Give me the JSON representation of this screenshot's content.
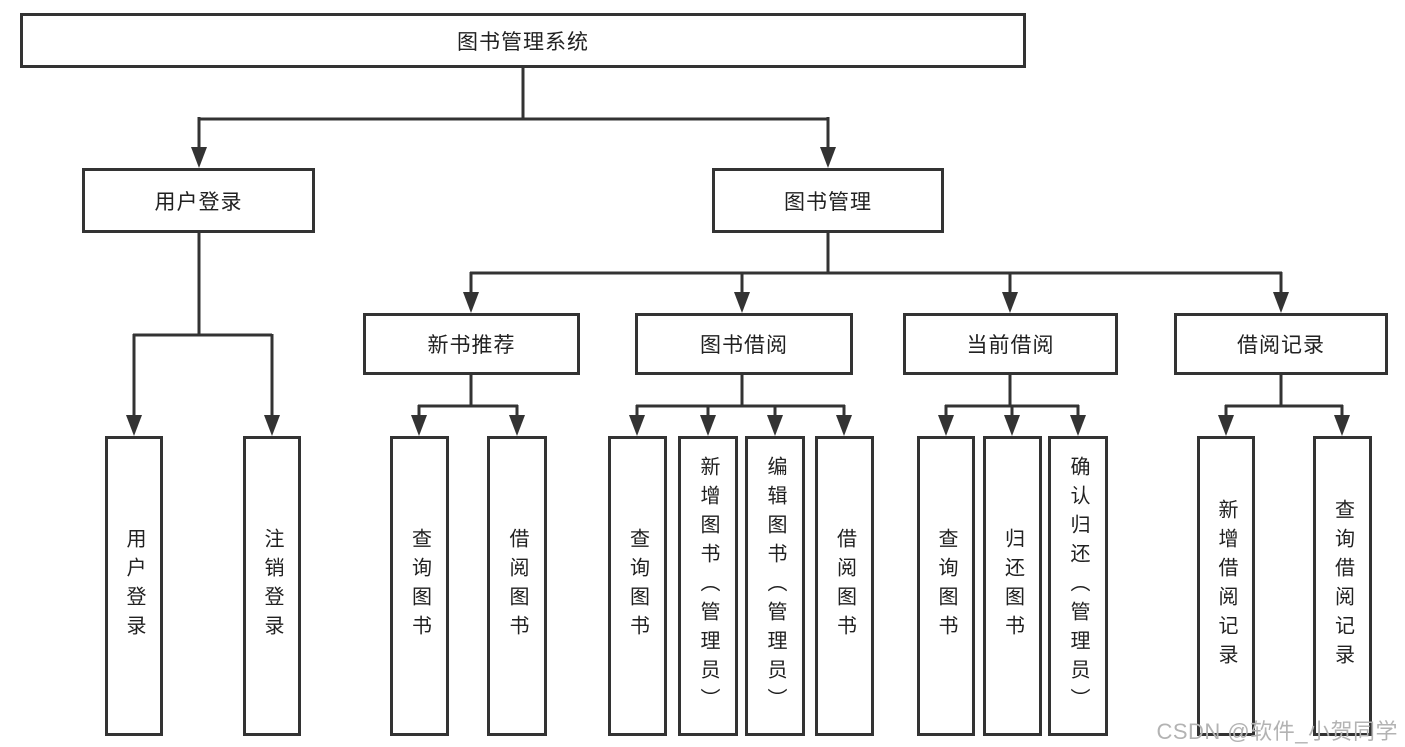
{
  "diagram": {
    "root": {
      "label": "图书管理系统"
    },
    "branches": [
      {
        "label": "用户登录",
        "children": [
          "用户登录",
          "注销登录"
        ]
      },
      {
        "label": "图书管理",
        "sections": [
          {
            "label": "新书推荐",
            "children": [
              "查询图书",
              "借阅图书"
            ]
          },
          {
            "label": "图书借阅",
            "children": [
              "查询图书",
              "新增图书（管理员）",
              "编辑图书（管理员）",
              "借阅图书"
            ]
          },
          {
            "label": "当前借阅",
            "children": [
              "查询图书",
              "归还图书",
              "确认归还（管理员）"
            ]
          },
          {
            "label": "借阅记录",
            "children": [
              "新增借阅记录",
              "查询借阅记录"
            ]
          }
        ]
      }
    ]
  },
  "watermark": {
    "text": "CSDN @软件_小贺同学"
  },
  "colors": {
    "line": "#333333",
    "text": "#212121",
    "watermark": "#b3b3b3",
    "background": "#ffffff"
  }
}
